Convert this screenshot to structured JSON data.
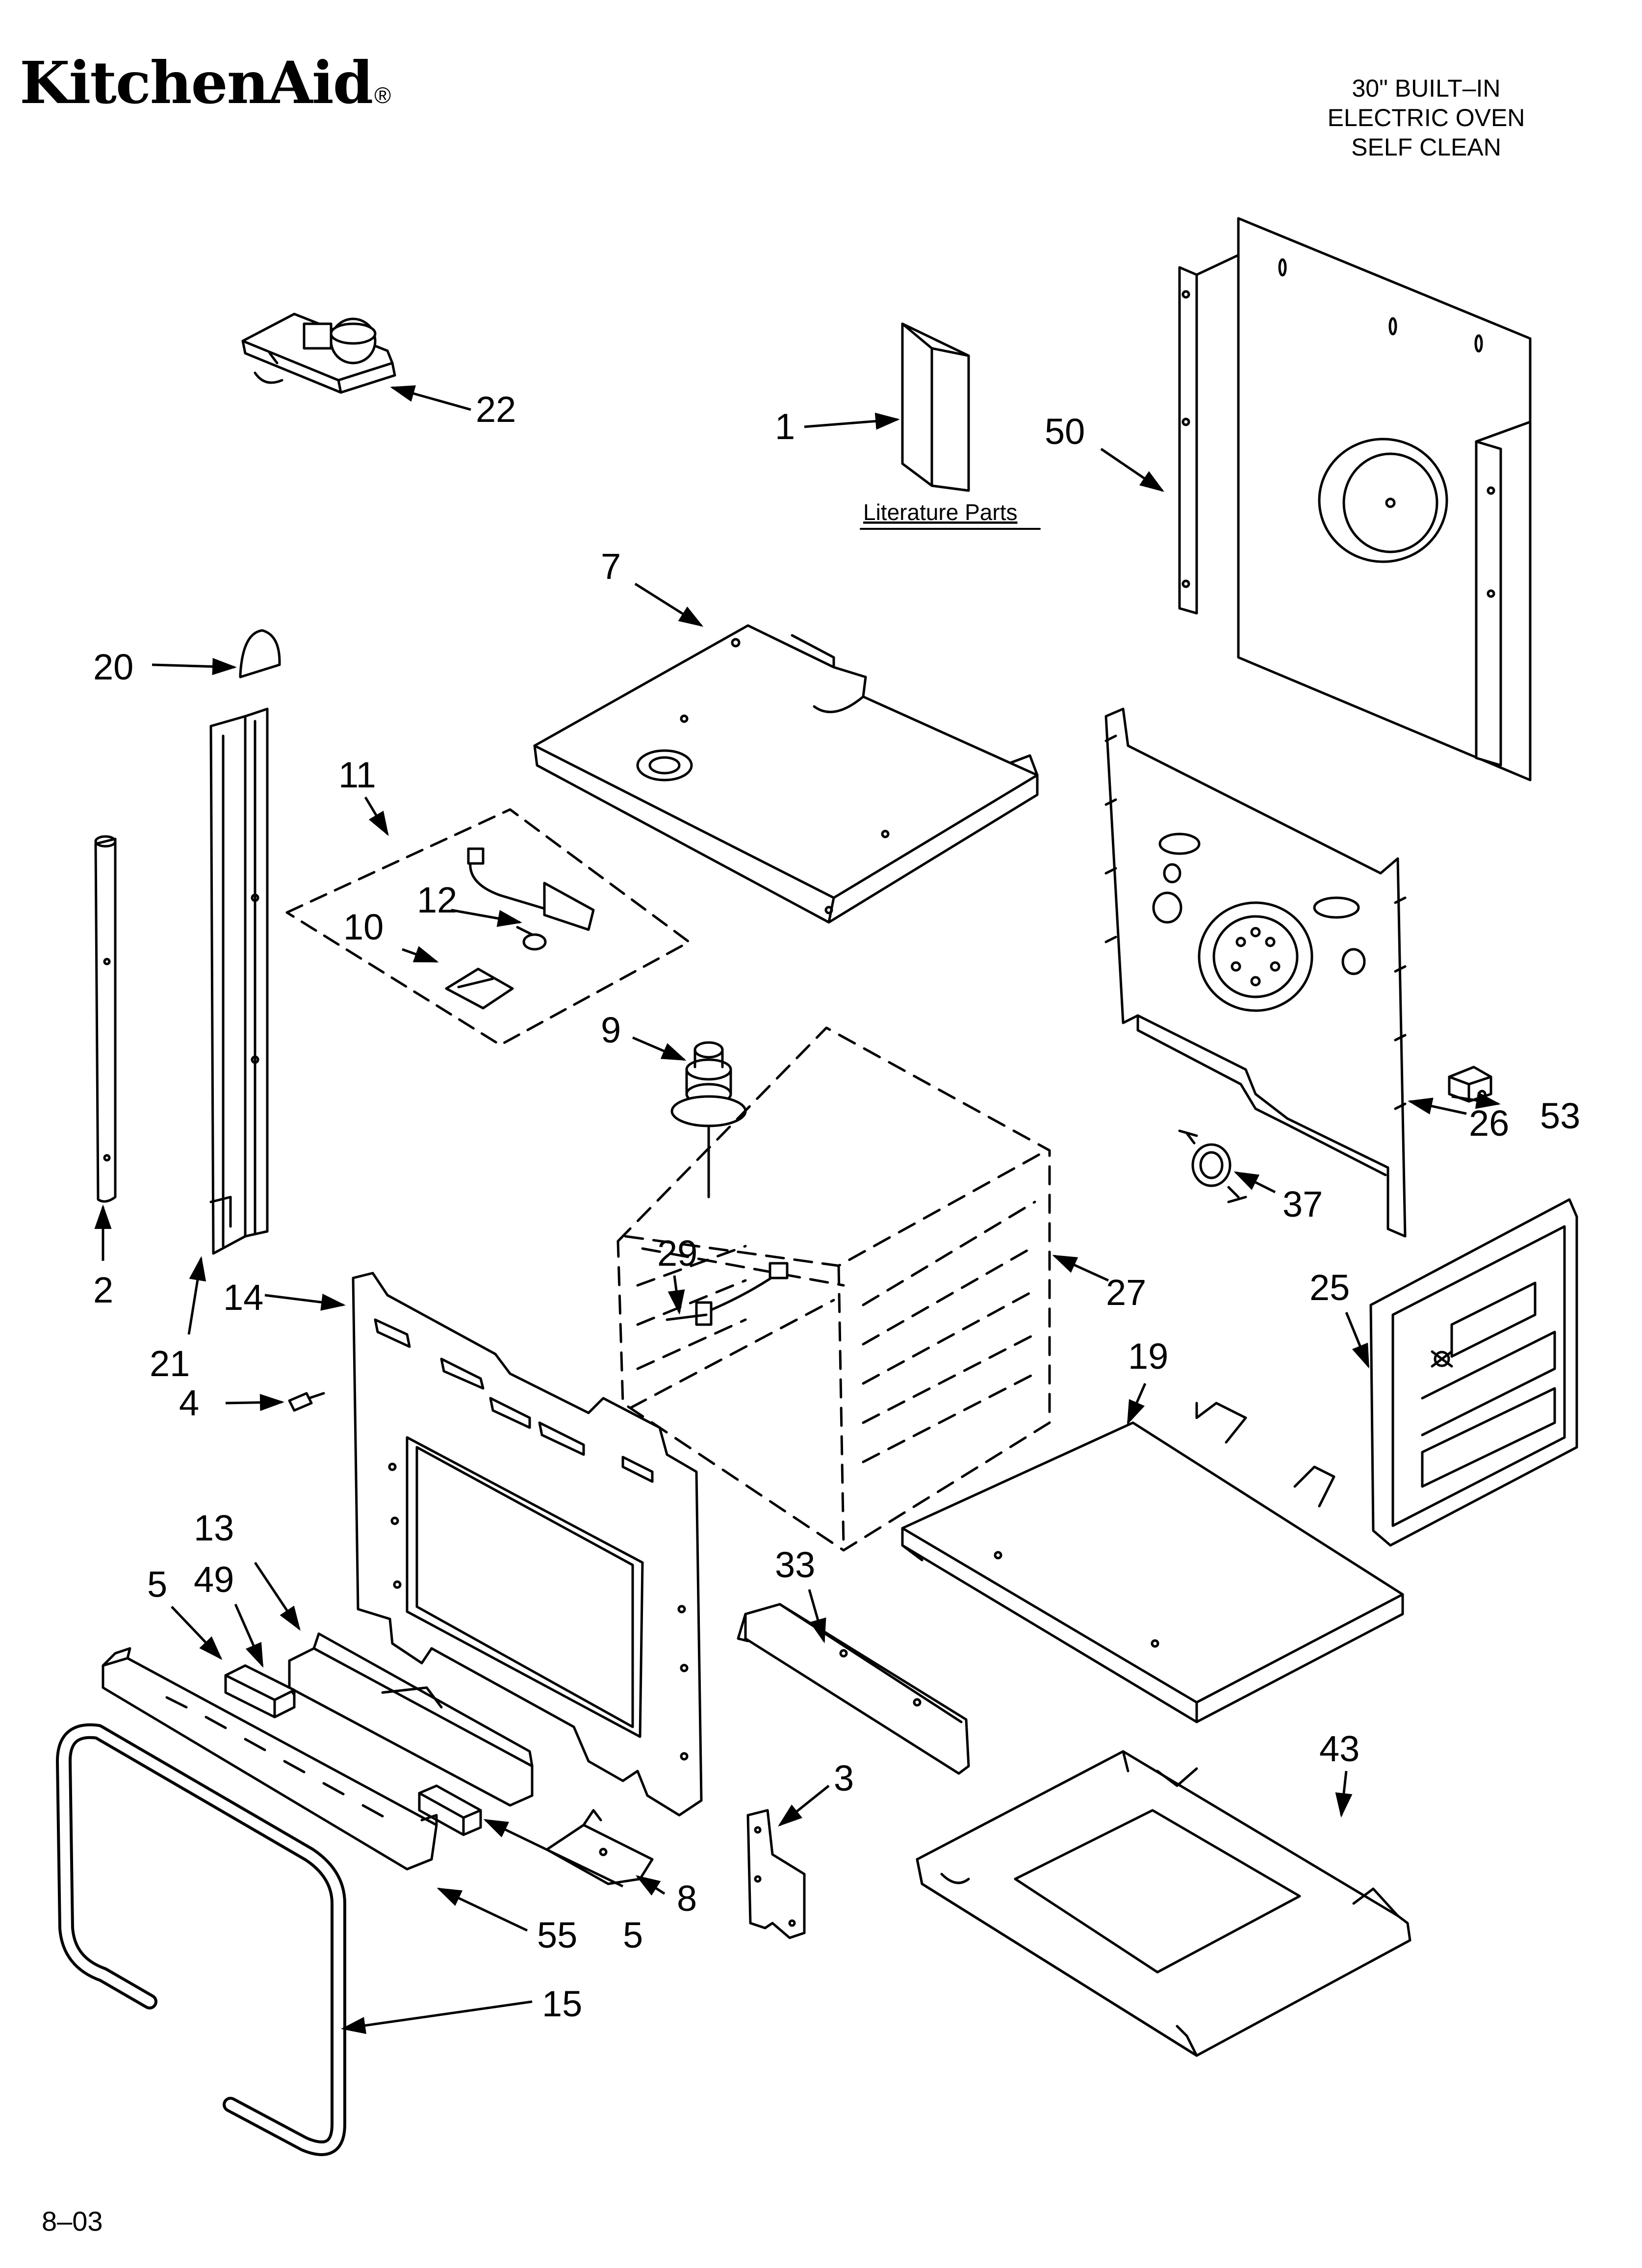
{
  "header": {
    "brand": "KitchenAid",
    "brand_mark": "®",
    "model_lines": [
      "30\" BUILT–IN",
      "ELECTRIC OVEN",
      "SELF CLEAN"
    ]
  },
  "literature_label": "Literature Parts",
  "callouts": {
    "c1": "1",
    "c2": "2",
    "c3": "3",
    "c4": "4",
    "c5a": "5",
    "c5b": "5",
    "c7": "7",
    "c8": "8",
    "c9": "9",
    "c10": "10",
    "c11": "11",
    "c12": "12",
    "c13": "13",
    "c14": "14",
    "c15": "15",
    "c19": "19",
    "c20": "20",
    "c21": "21",
    "c22": "22",
    "c25": "25",
    "c26": "26",
    "c27": "27",
    "c29": "29",
    "c33": "33",
    "c37": "37",
    "c43": "43",
    "c49": "49",
    "c50": "50",
    "c53": "53",
    "c55": "55"
  },
  "footer": {
    "date_code": "8–03"
  }
}
